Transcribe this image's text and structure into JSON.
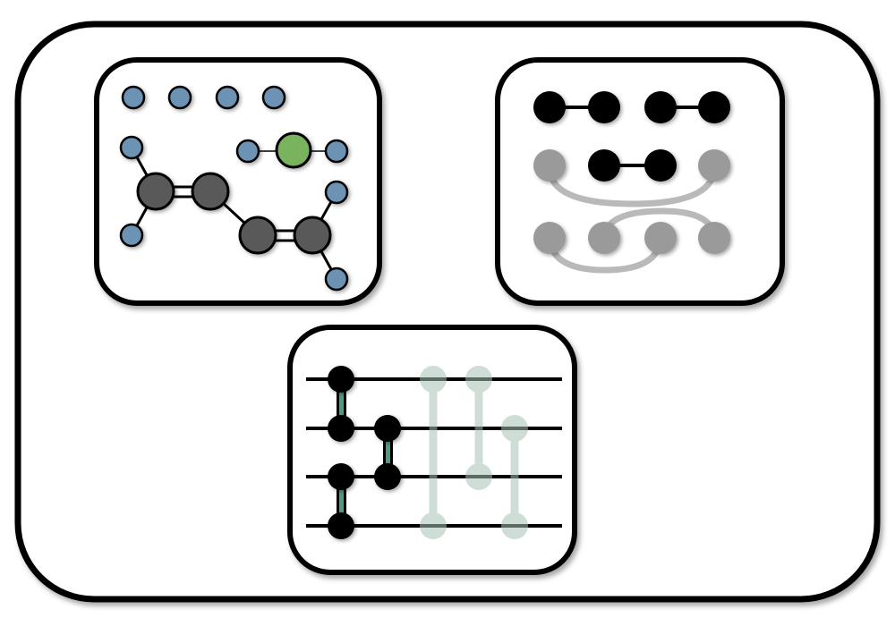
{
  "colors": {
    "outline": "#000000",
    "background": "#ffffff",
    "hydrogen": "#6c93b3",
    "carbon": "#595959",
    "highlight": "#7ab35e",
    "active_node": "#000000",
    "faded_node": "#9a9a9a",
    "faded_link": "#b9b9b9",
    "gate": "#4f9a82",
    "faded_gate": "#c7d6cf"
  },
  "panels": {
    "molecule": {
      "name": "molecule-panel"
    },
    "pairing": {
      "name": "pairing-panel",
      "rows": [
        "paired",
        "partially-paired",
        "crossed-pairs"
      ]
    },
    "circuit": {
      "name": "circuit-panel",
      "qubit_lines": 4,
      "active_gates": 3,
      "faded_gates": 3
    }
  }
}
